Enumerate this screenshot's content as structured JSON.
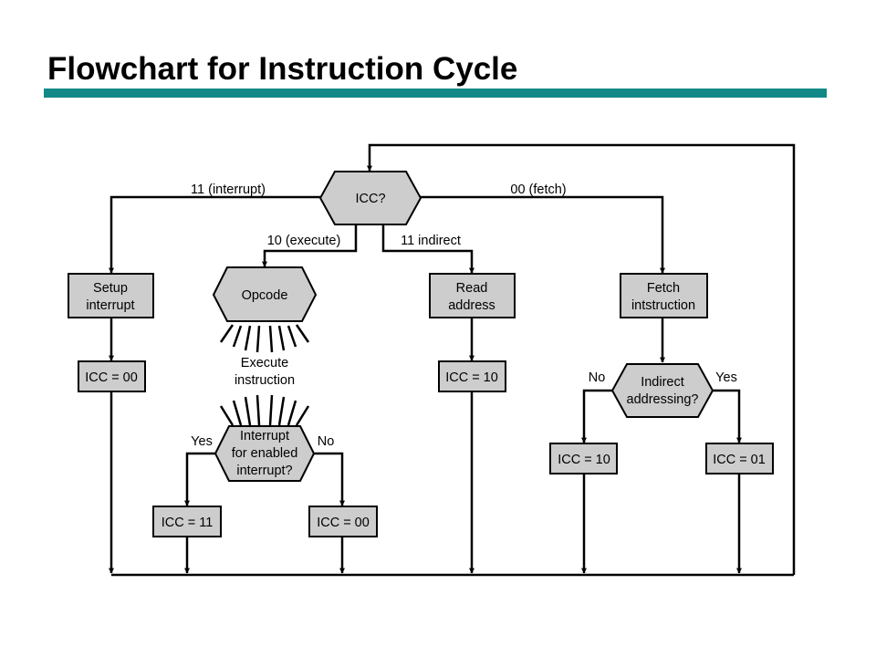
{
  "title": "Flowchart for Instruction Cycle",
  "colors": {
    "accent_rule": "#128986",
    "shape_fill": "#cdcdcd",
    "line": "#000000"
  },
  "decision": {
    "label": "ICC?"
  },
  "branches": {
    "interrupt": "11 (interrupt)",
    "execute": "10 (execute)",
    "indirect": "11 indirect",
    "fetch": "00 (fetch)"
  },
  "boxes": {
    "setup_interrupt": [
      "Setup",
      "interrupt"
    ],
    "opcode": "Opcode",
    "read_address": [
      "Read",
      "address"
    ],
    "fetch_instruction": [
      "Fetch",
      "intstruction"
    ],
    "icc_00_left": "ICC = 00",
    "icc_10_read": "ICC = 10",
    "icc_11": "ICC = 11",
    "icc_00_mid": "ICC = 00",
    "icc_10_right": "ICC = 10",
    "icc_01": "ICC = 01"
  },
  "execute_instruction": [
    "Execute",
    "instruction"
  ],
  "interrupt_check": {
    "lines": [
      "Interrupt",
      "for enabled",
      "interrupt?"
    ],
    "yes": "Yes",
    "no": "No"
  },
  "indirect_check": {
    "lines": [
      "Indirect",
      "addressing?"
    ],
    "yes": "Yes",
    "no": "No"
  }
}
